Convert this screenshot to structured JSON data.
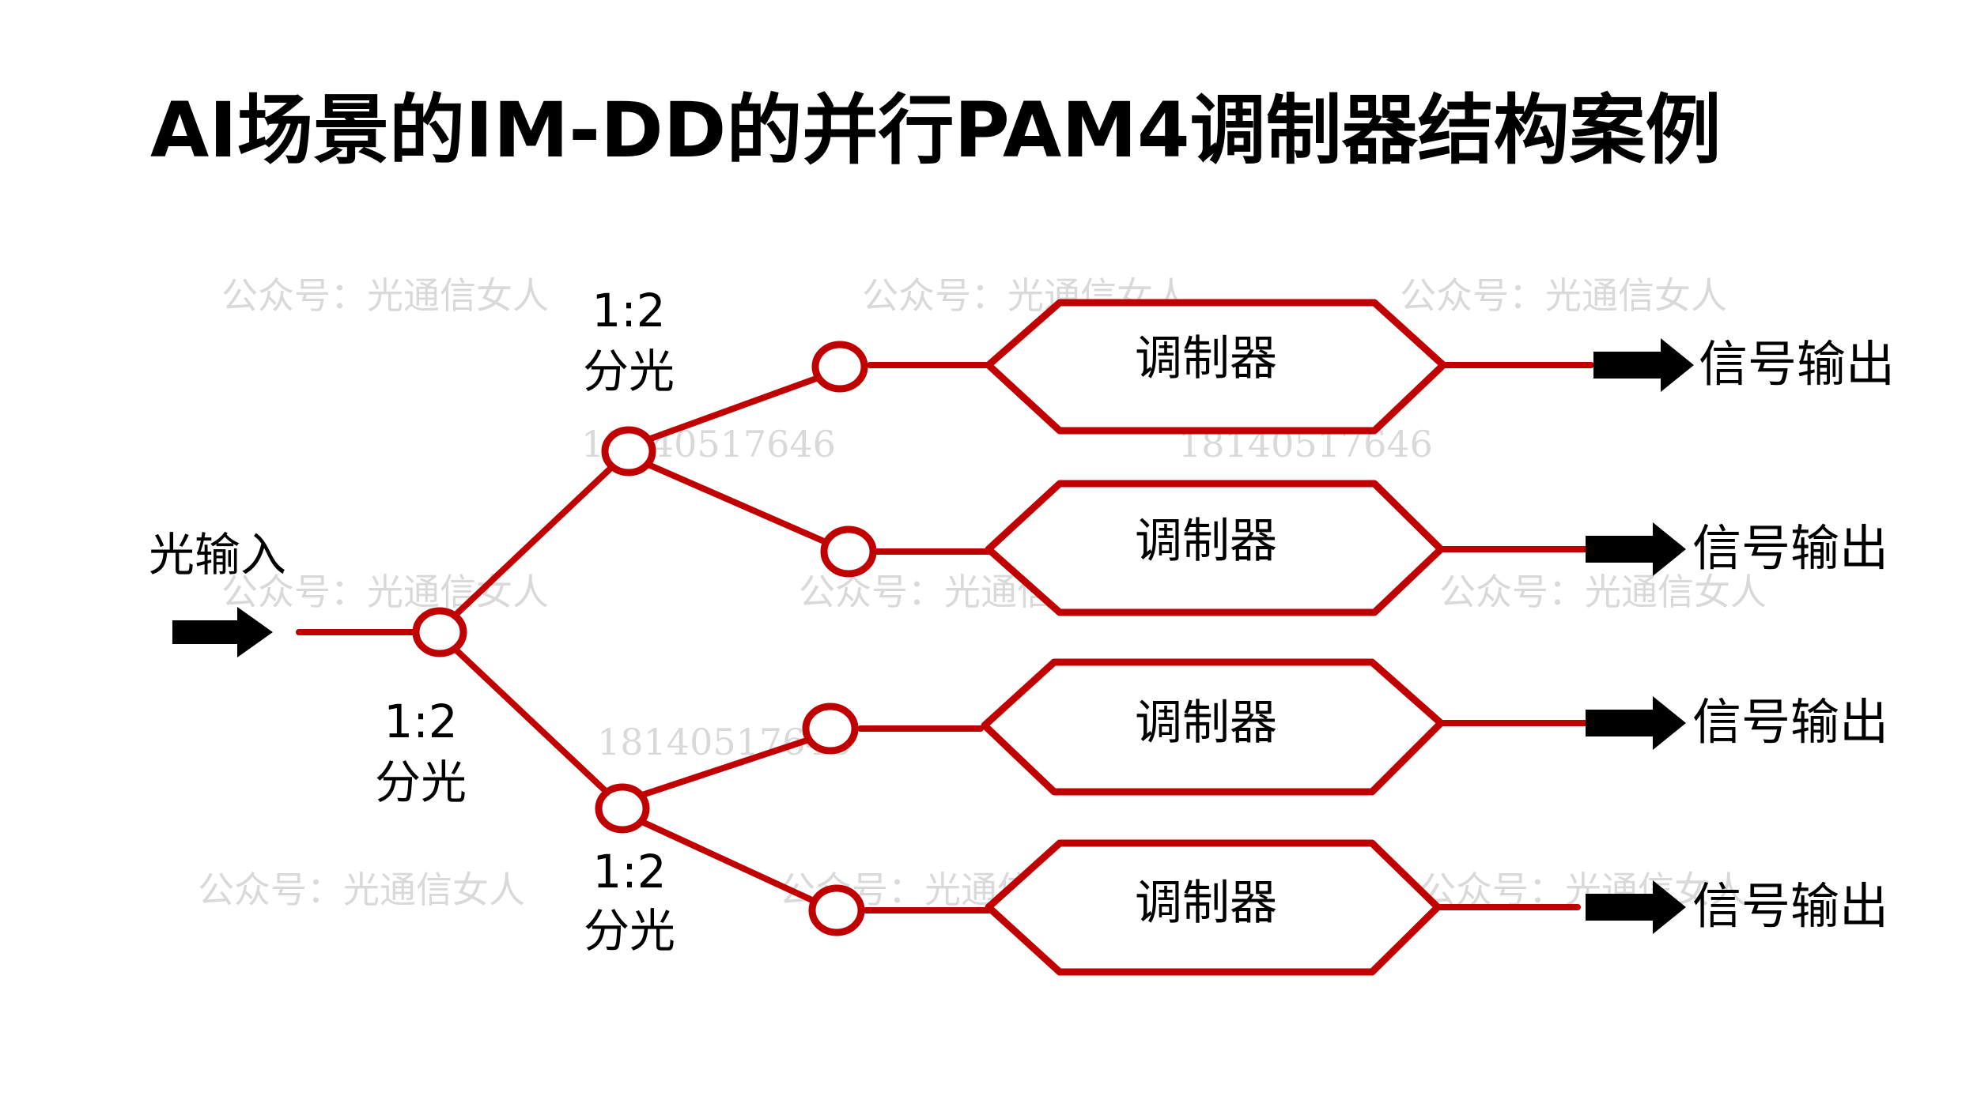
{
  "title": "AI场景的IM-DD的并行PAM4调制器结构案例",
  "input_label": "光输入",
  "splitters": [
    {
      "ratio": "1:2",
      "label": "分光"
    },
    {
      "ratio": "1:2",
      "label": "分光"
    },
    {
      "ratio": "1:2",
      "label": "分光"
    }
  ],
  "modulators": [
    {
      "label": "调制器"
    },
    {
      "label": "调制器"
    },
    {
      "label": "调制器"
    },
    {
      "label": "调制器"
    }
  ],
  "outputs": [
    {
      "label": "信号输出"
    },
    {
      "label": "信号输出"
    },
    {
      "label": "信号输出"
    },
    {
      "label": "信号输出"
    }
  ],
  "watermarks": {
    "account": "公众号：光通信女人",
    "phone": "18140517646"
  },
  "colors": {
    "waveguide": "#c00000",
    "arrow": "#000000",
    "text": "#000000",
    "watermark": "#d9d9d9"
  }
}
